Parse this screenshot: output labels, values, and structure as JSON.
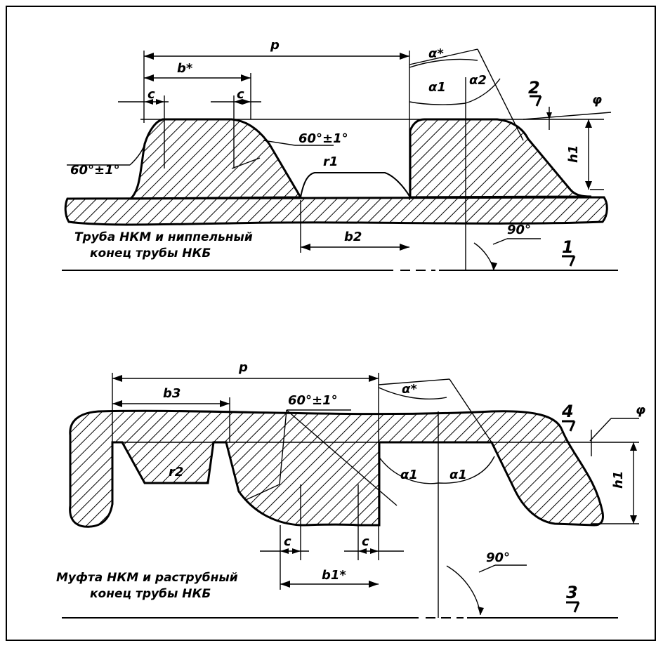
{
  "figure": {
    "top": {
      "caption_line1": "Труба НКМ и ниппельный",
      "caption_line2": "конец трубы НКБ",
      "labels": {
        "p": "p",
        "b_star": "b*",
        "c_left": "c",
        "c_right": "c",
        "angle_left": "60°±1°",
        "angle_mid": "60°±1°",
        "r1": "r1",
        "b2": "b2",
        "alpha_star": "α*",
        "alpha1": "α1",
        "alpha2": "α2",
        "phi": "φ",
        "h1": "h1",
        "angle_90": "90°",
        "mark_2": "2",
        "mark_1": "1"
      }
    },
    "bottom": {
      "caption_line1": "Муфта НКМ и раструбный",
      "caption_line2": "конец трубы НКБ",
      "labels": {
        "p": "p",
        "b3": "b3",
        "angle_mid": "60°±1°",
        "r2": "r2",
        "alpha_star": "α*",
        "alpha1_left": "α1",
        "alpha1_right": "α1",
        "phi": "φ",
        "h1": "h1",
        "c_left": "c",
        "c_right": "c",
        "b1_star": "b1*",
        "angle_90": "90°",
        "mark_4": "4",
        "mark_3": "3"
      }
    }
  }
}
